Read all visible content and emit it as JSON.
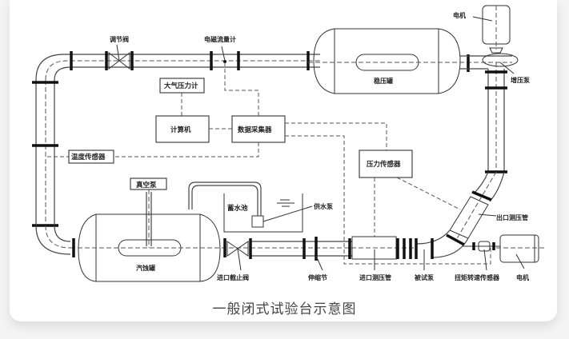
{
  "caption": "一般闭式试验台示意图",
  "labels": {
    "regulating_valve": "调节阀",
    "em_flowmeter": "电磁流量计",
    "pressure_stabilizer": "稳压罐",
    "motor_top": "电机",
    "booster_pump": "增压泵",
    "barometer": "大气压力计",
    "computer": "计算机",
    "data_collector": "数据采集器",
    "temp_sensor": "温度传感器",
    "pressure_sensor": "压力传感器",
    "vacuum_pump": "真空泵",
    "water_tank": "蓄水池",
    "water_pump": "供水泵",
    "outlet_pressure_tube": "出口测压管",
    "cavitation_tank": "汽蚀罐",
    "inlet_stop_valve": "进口截止阀",
    "expansion_joint": "伸缩节",
    "inlet_pressure_tube": "进口测压管",
    "test_pump": "被试泵",
    "torque_speed_sensor": "扭矩转速传感器",
    "motor_bottom": "电机"
  }
}
